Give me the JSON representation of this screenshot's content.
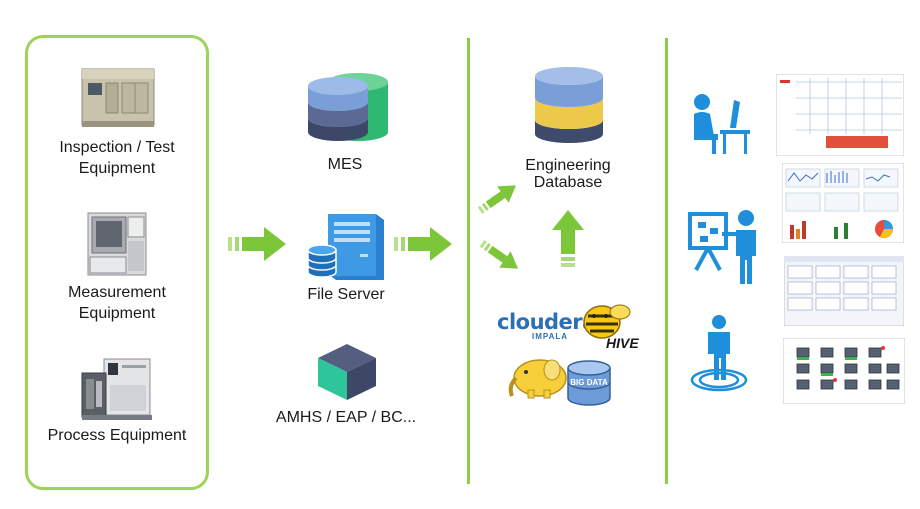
{
  "equipment": {
    "items": [
      {
        "label": "Inspection / Test Equipment"
      },
      {
        "label": "Measurement Equipment"
      },
      {
        "label": "Process Equipment"
      }
    ]
  },
  "sources": {
    "mes": "MES",
    "file_server": "File Server",
    "amhs": "AMHS / EAP / BC..."
  },
  "database": {
    "label": "Engineering Database"
  },
  "bigdata": {
    "cloudera": "cloudera",
    "impala": "IMPALA",
    "hive": "HIVE",
    "big_data": "BIG DATA"
  },
  "colors": {
    "accent_green": "#8ccc4a",
    "arrow_green": "#7cc63a",
    "db_blue": "#7a9fd6",
    "db_yellow": "#ecc94a",
    "db_navy": "#3e4b6a",
    "person_blue": "#1f8fdc",
    "cube_teal": "#2fc59a",
    "cube_navy": "#3d4766"
  },
  "icons": [
    "server-icon",
    "database-icon",
    "cube-icon",
    "desk-user-icon",
    "presenter-icon",
    "standing-user-icon",
    "arrow-right-icon",
    "arrow-up-icon"
  ]
}
